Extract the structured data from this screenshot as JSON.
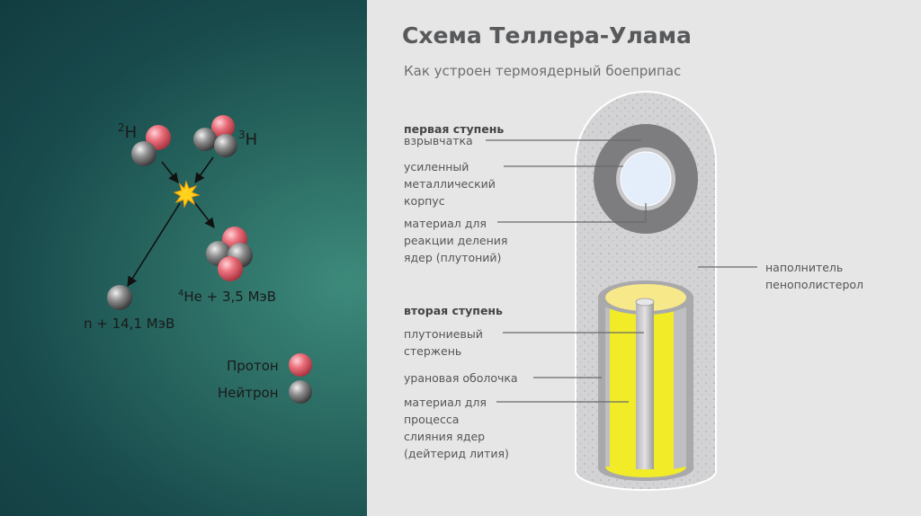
{
  "title": "Схема Теллера-Улама",
  "subtitle": "Как устроен термоядерный боеприпас",
  "reaction": {
    "h2_mass": "2",
    "h2_symbol": "H",
    "h3_mass": "3",
    "h3_symbol": "H",
    "he_mass": "4",
    "he_product": "He + 3,5 МэВ",
    "neutron_product": "n + 14,1 МэВ"
  },
  "legend": {
    "proton": "Протон",
    "neutron": "Нейтрон",
    "proton_color": "#e46e78",
    "neutron_color": "#8f8f8f"
  },
  "stage1": {
    "heading": "первая ступень",
    "explosive": "взрывчатка",
    "casing": "усиленный\nметаллический\nкорпус",
    "fission_material": "материал для\nреакции деления\nядер (плутоний)"
  },
  "filler": "наполнитель\nпенополистерол",
  "stage2": {
    "heading": "вторая ступень",
    "rod": "плутониевый\nстержень",
    "uranium_shell": "урановая оболочка",
    "fusion_material": "материал для\nпроцесса\nслияния ядер\n(дейтерид лития)"
  },
  "colors": {
    "uranium_yellow": "#f2ec28",
    "fusion_top": "#f7e889",
    "casing_gray": "#7d7d7f",
    "filler_gray": "#d3d3d5",
    "core_blue": "#e4eefa"
  }
}
